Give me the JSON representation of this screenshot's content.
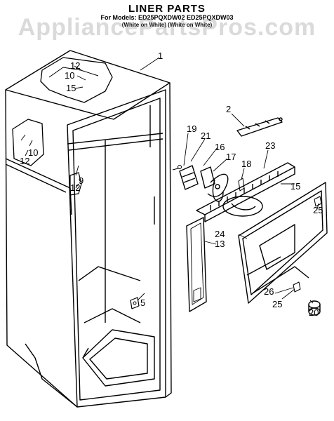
{
  "header": {
    "title": "LINER PARTS",
    "subtitle": "For Models: ED25PQXDW02    ED25PQXDW03",
    "note": "(White on White)    (White on White)"
  },
  "watermark": {
    "text": "AppliancePartsPros.com"
  },
  "callouts": [
    "1",
    "2",
    "5",
    "9",
    "10",
    "10",
    "12",
    "12",
    "12",
    "13",
    "15",
    "15",
    "16",
    "17",
    "18",
    "19",
    "20",
    "21",
    "23",
    "24",
    "25",
    "25",
    "26"
  ],
  "colors": {
    "ink": "#000000",
    "watermark": "#9a9a9a",
    "background": "#ffffff"
  }
}
